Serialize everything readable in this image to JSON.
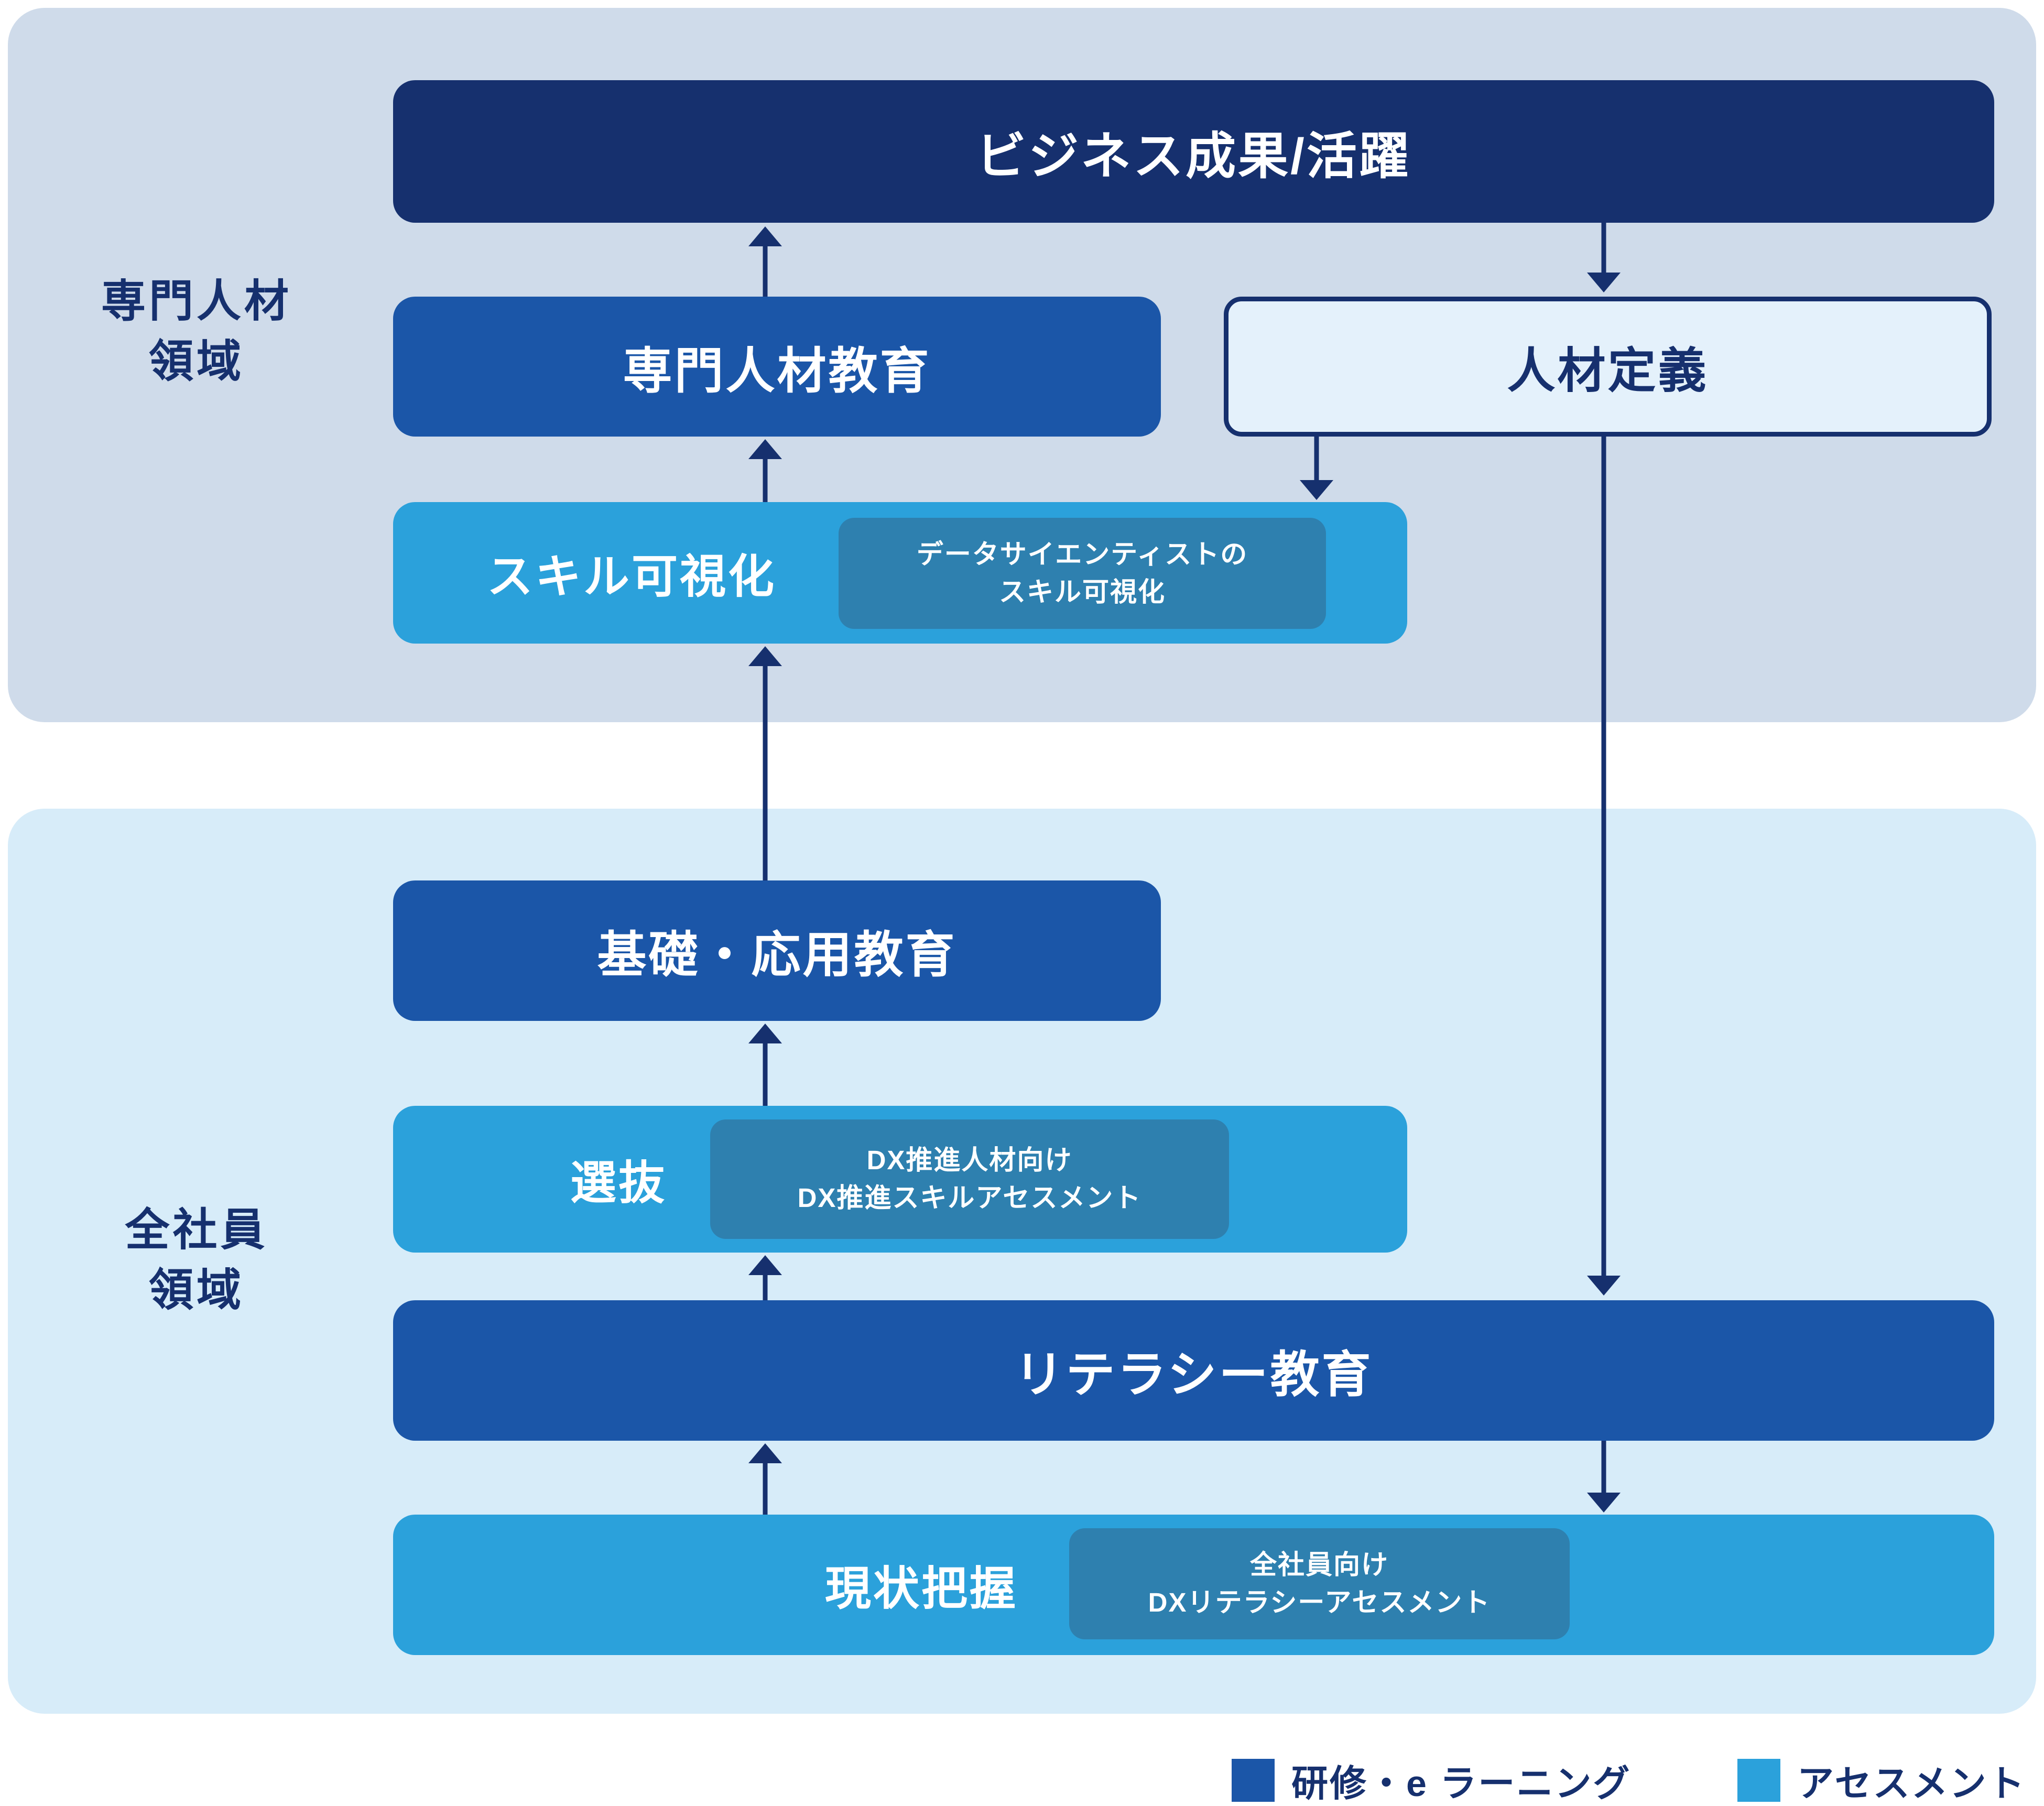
{
  "diagram": {
    "regions": {
      "specialist": {
        "line1": "専門人材",
        "line2": "領域"
      },
      "all_employees": {
        "line1": "全社員",
        "line2": "領域"
      }
    },
    "boxes": {
      "business": {
        "label": "ビジネス成果/活躍"
      },
      "specialist_education": {
        "label": "専門人材教育"
      },
      "talent_definition": {
        "label": "人材定義"
      },
      "skill_visualization": {
        "label": "スキル可視化",
        "note_line1": "データサイエンティストの",
        "note_line2": "スキル可視化"
      },
      "basic_applied_education": {
        "label": "基礎・応用教育"
      },
      "selection": {
        "label": "選抜",
        "note_line1": "DX推進人材向け",
        "note_line2": "DX推進スキルアセスメント"
      },
      "literacy_education": {
        "label": "リテラシー教育"
      },
      "current_state": {
        "label": "現状把握",
        "note_line1": "全社員向け",
        "note_line2": "DXリテラシーアセスメント"
      }
    },
    "legend": {
      "training": {
        "label": "研修・e ラーニング",
        "color": "#1b56a8"
      },
      "assessment": {
        "label": "アセスメント",
        "color": "#2ba1db"
      }
    },
    "colors": {
      "navy": "#16306e",
      "blue": "#1b56a8",
      "light_blue": "#2ba1db",
      "teal": "#2e80af",
      "pale_box_fill": "#e4f1fb",
      "specialist_region_bg": "#cfdbea",
      "all_employees_region_bg": "#d7ecf9"
    }
  }
}
